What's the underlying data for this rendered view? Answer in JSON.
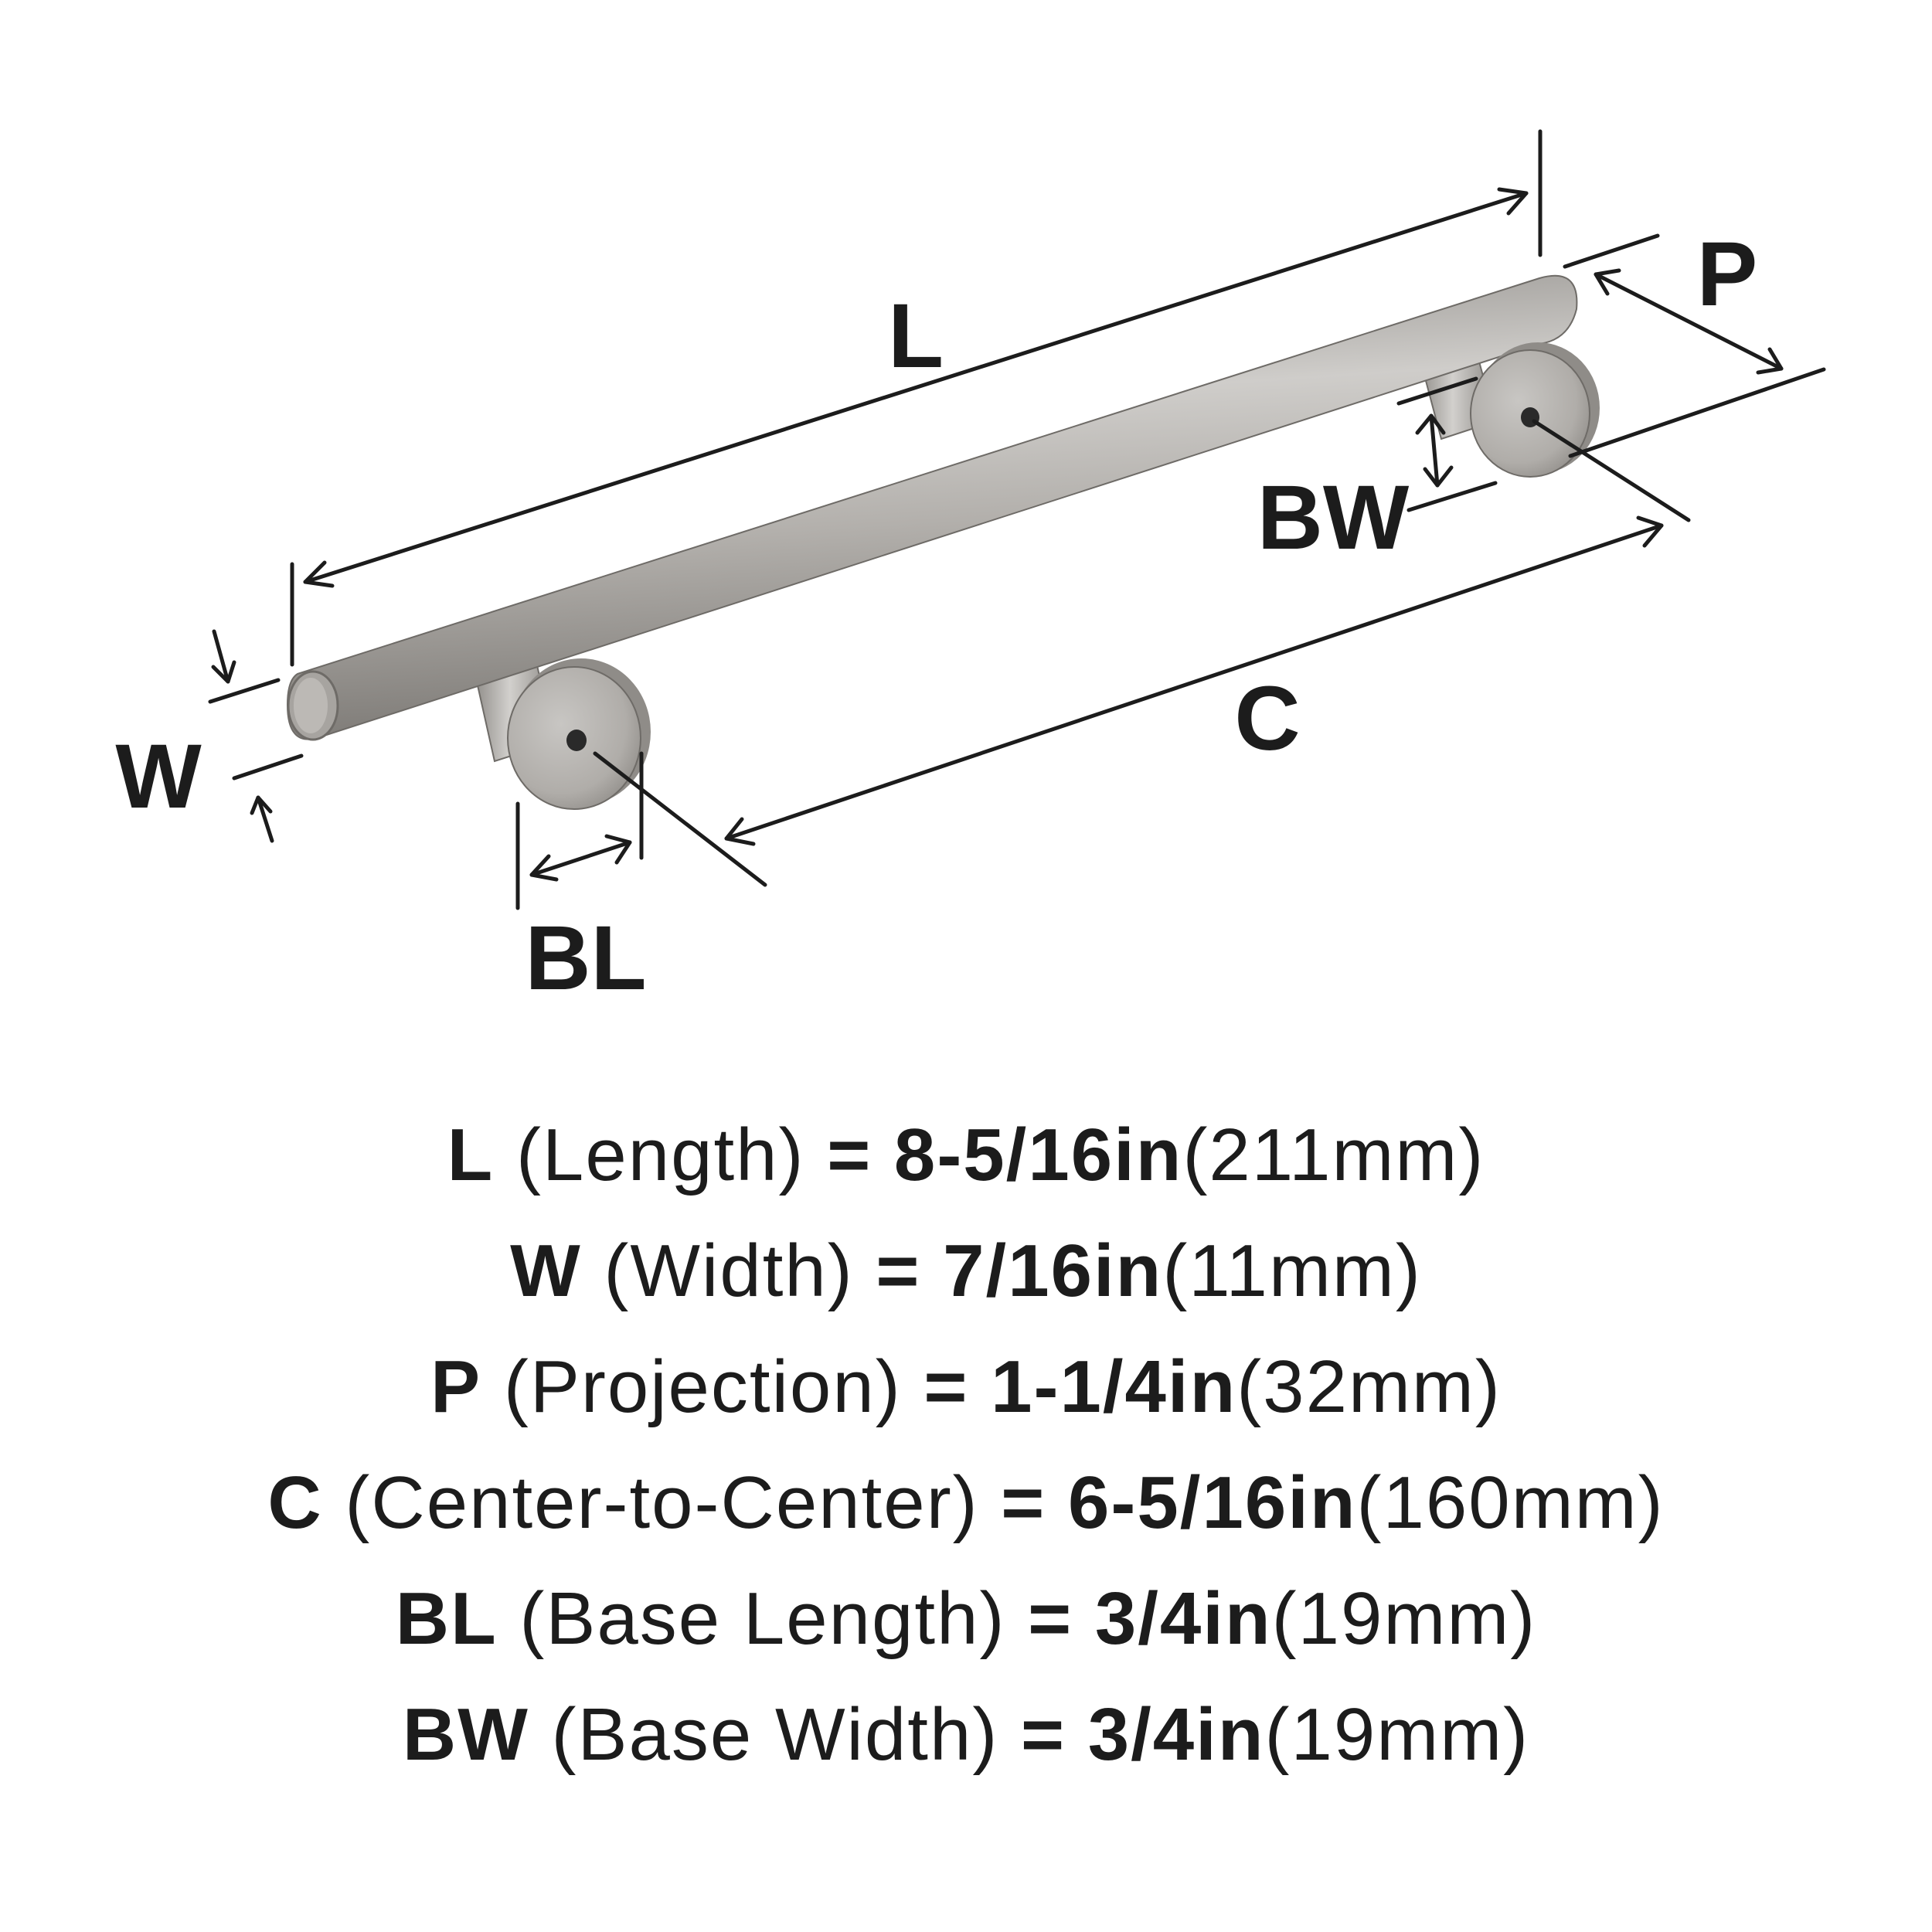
{
  "diagram": {
    "labels": {
      "L": "L",
      "W": "W",
      "P": "P",
      "C": "C",
      "BL": "BL",
      "BW": "BW"
    },
    "colors": {
      "metal_light": "#c9c7c4",
      "metal_mid": "#a9a6a2",
      "metal_dark": "#7b7874",
      "ink": "#1c1c1c"
    }
  },
  "specs": [
    {
      "code": "L",
      "name": "(Length)",
      "eq": "=",
      "in": "8-5/16in",
      "mm": "(211mm)"
    },
    {
      "code": "W",
      "name": "(Width)",
      "eq": "=",
      "in": "7/16in",
      "mm": "(11mm)"
    },
    {
      "code": "P",
      "name": "(Projection)",
      "eq": "=",
      "in": "1-1/4in",
      "mm": "(32mm)"
    },
    {
      "code": "C",
      "name": "(Center-to-Center)",
      "eq": "=",
      "in": "6-5/16in",
      "mm": "(160mm)"
    },
    {
      "code": "BL",
      "name": "(Base Length)",
      "eq": "=",
      "in": "3/4in",
      "mm": "(19mm)"
    },
    {
      "code": "BW",
      "name": "(Base Width)",
      "eq": "=",
      "in": "3/4in",
      "mm": "(19mm)"
    }
  ]
}
